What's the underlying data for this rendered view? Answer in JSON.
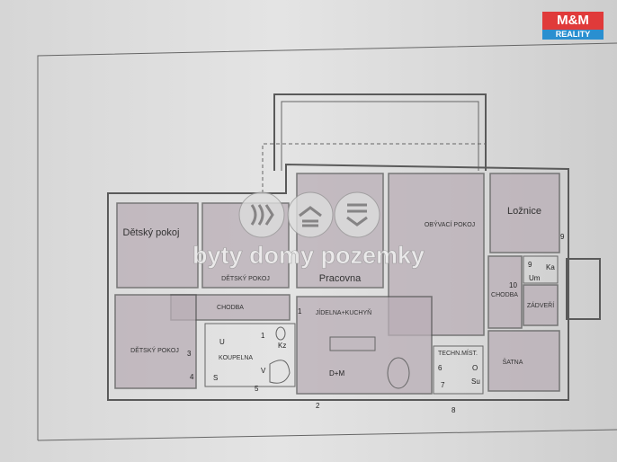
{
  "logo": {
    "brand": "M&M",
    "sub": "REALITY"
  },
  "watermark": "byty domy pozemky",
  "rooms": {
    "kids1": "Dětský pokoj",
    "kids2": "DĚTSKÝ POKOJ",
    "study": "Pracovna",
    "living": "OBÝVACÍ POKOJ",
    "bedroom": "Ložnice",
    "hall_left": "CHODBA",
    "dining": "JÍDELNA+KUCHYŇ",
    "kids3": "DĚTSKÝ POKOJ",
    "bathroom": "KOUPELNA",
    "hall_right": "CHODBA",
    "vestibule": "ZÁDVEŘÍ",
    "wardrobe": "ŠATNA",
    "technical": "TECHN.MÍST."
  },
  "codes": {
    "u": "U",
    "kz": "Kz",
    "s": "S",
    "v": "V",
    "dm": "D+M",
    "ka": "Ka",
    "um": "Um",
    "su": "Su",
    "o": "O"
  },
  "numbers": [
    "1",
    "1",
    "2",
    "3",
    "4",
    "5",
    "6",
    "7",
    "8",
    "9",
    "9",
    "10"
  ]
}
